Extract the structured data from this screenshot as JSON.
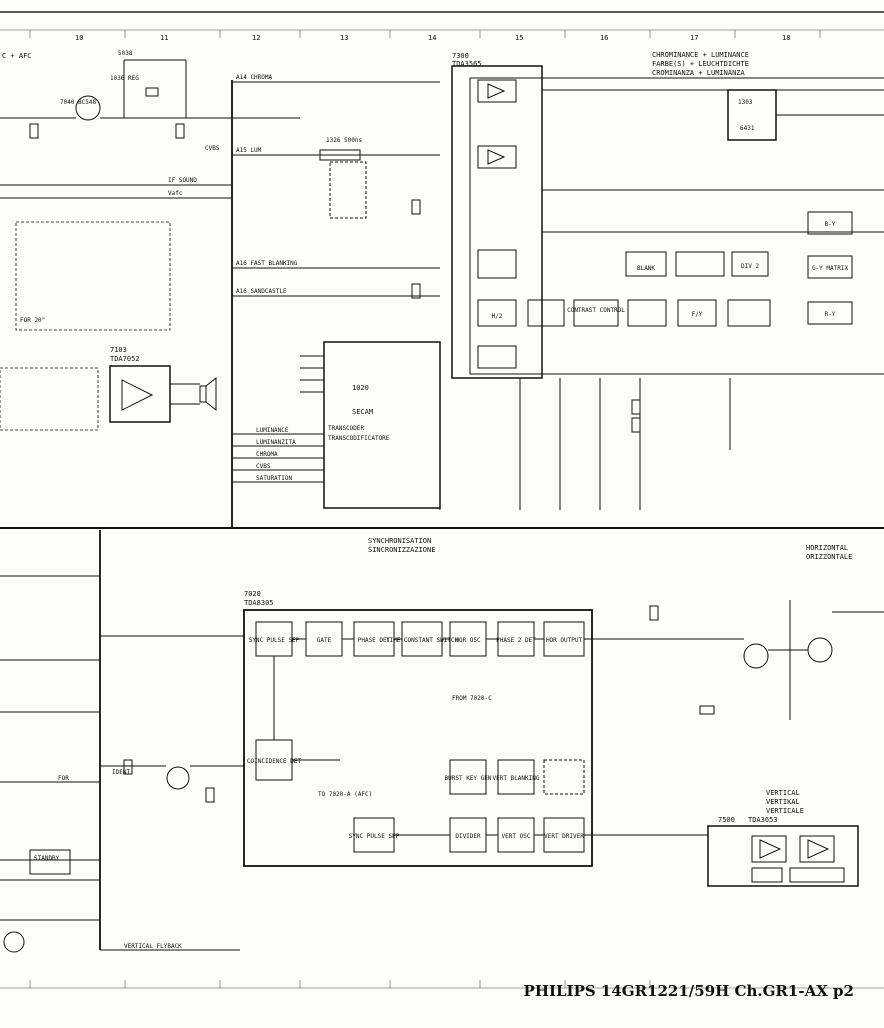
{
  "footer": {
    "caption": "PHILIPS 14GR1221/59H Ch.GR1-AX p2"
  },
  "grid_columns": [
    "10",
    "11",
    "12",
    "13",
    "14",
    "15",
    "16",
    "17",
    "18"
  ],
  "top": {
    "title_lines": [
      "CHROMINANCE + LUMINANCE",
      "FARBE(S) + LEUCHTDICHTE",
      "CROMINANZA + LUMINANZA"
    ],
    "ic_main": {
      "ref": "7300",
      "name": "TDA3565"
    },
    "ic_secam": {
      "ref": "1020",
      "label": "SECAM",
      "sub": [
        "TRANSCODER",
        "TRANSCODIFICATORE"
      ]
    },
    "ic_sound": {
      "ref": "7103",
      "name": "TDA7052"
    },
    "ic_delay": {
      "ref": "1303",
      "name": "6431"
    },
    "left_label": "C + AFC",
    "signals": [
      "A14 CHROMA",
      "A15 LUM",
      "IF SOUND",
      "Vafc",
      "A16 FAST BLANKING",
      "A16 SANDCASTLE",
      "CVBS"
    ],
    "secam_pins": [
      "LUMINANCE",
      "LUMINANZITA",
      "CHROMA",
      "CVBS",
      "SATURATION"
    ],
    "blocks": [
      "CONTRAST CONTROL",
      "BLANK",
      "F/Y",
      "DIV 2",
      "R-Y",
      "G-Y MATRIX",
      "B-Y",
      "H/2"
    ]
  },
  "bottom": {
    "title_lines": [
      "SYNCHRONISATION",
      "SINCRONIZZAZIONE"
    ],
    "ic_sync": {
      "ref": "7020",
      "name": "TDA8305"
    },
    "ic_vert": {
      "ref": "7500",
      "name": "TDA3653"
    },
    "horizontal_lines": [
      "HORIZONTAL",
      "ORIZZONTALE"
    ],
    "vertical_lines": [
      "VERTICAL",
      "VERTIKAL",
      "VERTICALE"
    ],
    "blocks_row1": [
      "SYNC PULSE SEP",
      "GATE",
      "PHASE DET",
      "TIME CONSTANT SWITCH",
      "HOR OSC",
      "PHASE 2 DET",
      "HOR OUTPUT"
    ],
    "blocks_row2": [
      "COINCIDENCE DET",
      "BURST KEY GEN",
      "VERT BLANKING"
    ],
    "blocks_row3": [
      "SYNC PULSE SEP",
      "DIVIDER",
      "VERT OSC",
      "VERT DRIVER"
    ],
    "notes": [
      "TO 7020-A (AFC)",
      "FROM 7020-C"
    ],
    "left_labels": [
      "STANDBY",
      "FOR",
      "IDENT",
      "VERTICAL FLYBACK"
    ]
  }
}
